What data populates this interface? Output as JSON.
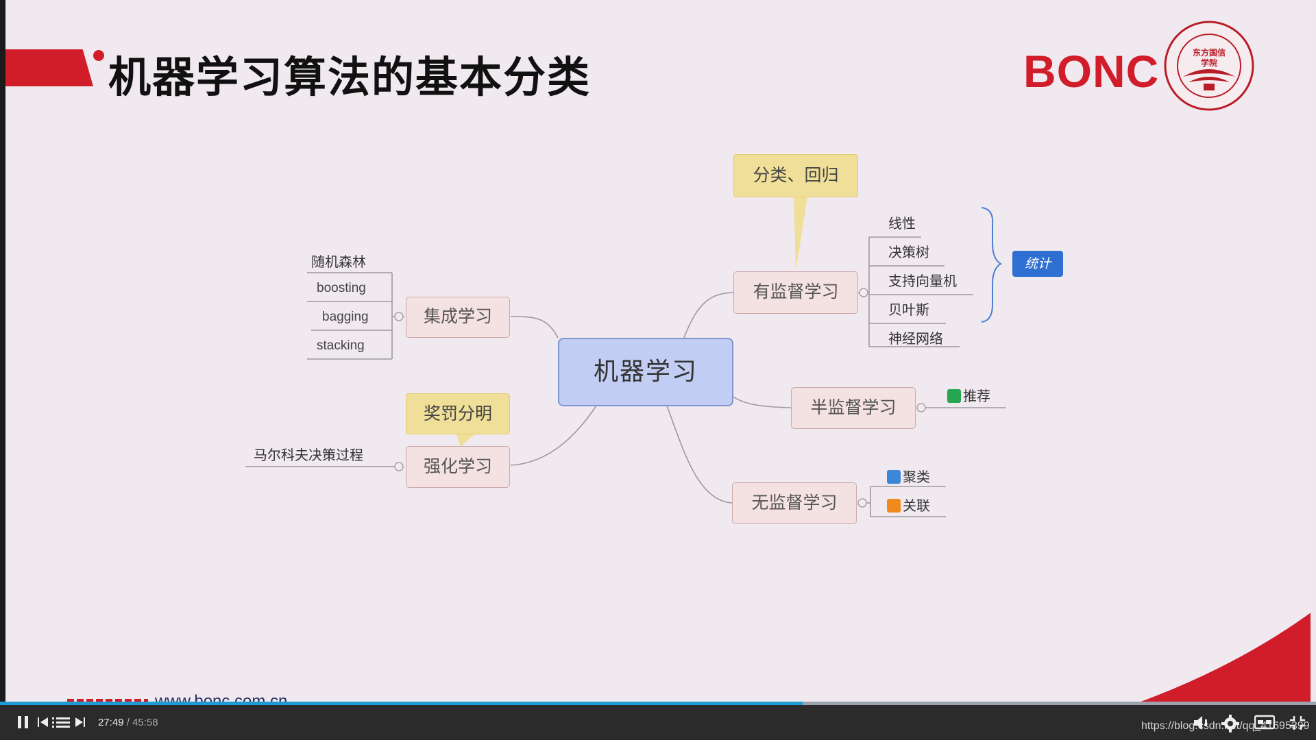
{
  "slide": {
    "title": "机器学习算法的基本分类",
    "brand": "BONC",
    "seal_text": "东方国信 学院",
    "footer_url": "www.bonc.com.cn"
  },
  "mindmap": {
    "central": "机器学习",
    "supervised": {
      "label": "有监督学习",
      "callout": "分类、回归",
      "items": [
        "线性",
        "决策树",
        "支持向量机",
        "贝叶斯",
        "神经网络"
      ],
      "group_badge": "统计"
    },
    "semi_supervised": {
      "label": "半监督学习",
      "items": [
        "推荐"
      ]
    },
    "unsupervised": {
      "label": "无监督学习",
      "items": [
        "聚类",
        "关联"
      ]
    },
    "ensemble": {
      "label": "集成学习",
      "items": [
        "随机森林",
        "boosting",
        "bagging",
        "stacking"
      ]
    },
    "reinforcement": {
      "label": "强化学习",
      "callout": "奖罚分明",
      "items": [
        "马尔科夫决策过程"
      ]
    }
  },
  "player": {
    "current_time": "27:49",
    "separator": " / ",
    "duration": "45:58",
    "progress": 0.61,
    "watermark": "https://blog.csdn.net/qq_41695399"
  },
  "colors": {
    "brand_red": "#d11d29",
    "central_fill": "#c1cdf2",
    "node_fill": "#f4e1e1",
    "callout_fill": "#f0df99",
    "badge_blue": "#2f6fd2",
    "progress_blue": "#1e9bd3"
  },
  "icons": [
    "play-pause-icon",
    "previous-icon",
    "playlist-icon",
    "next-icon",
    "volume-icon",
    "settings-icon",
    "subtitles-icon",
    "fullscreen-exit-icon",
    "recommend-icon",
    "cluster-icon",
    "association-icon"
  ]
}
